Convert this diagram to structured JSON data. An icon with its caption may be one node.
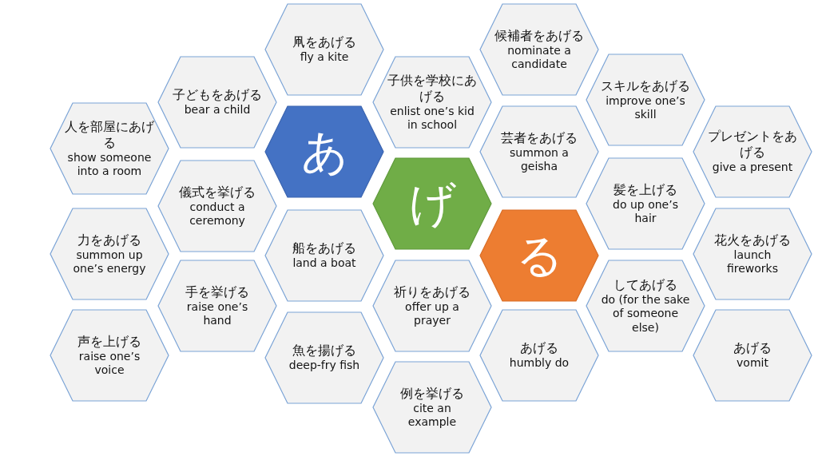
{
  "diagram": {
    "nodes": [
      {
        "text": [
          "凧をあげる",
          "fly a kite"
        ]
      },
      {
        "text": [
          "候補者をあげる",
          "nominate a candidate"
        ]
      },
      {
        "text": [
          "子どもをあげる",
          "bear a child"
        ]
      },
      {
        "text": [
          "子供を学校にあげる",
          "enlist one’s kid in school"
        ]
      },
      {
        "text": [
          "スキルをあげる",
          "improve one’s skill"
        ]
      },
      {
        "text": [
          "人を部屋にあげる",
          "show someone into a room"
        ]
      },
      {
        "text": [
          "あ"
        ]
      },
      {
        "text": [
          "芸者をあげる",
          "summon a geisha"
        ]
      },
      {
        "text": [
          "プレゼントをあげる",
          "give a present"
        ]
      },
      {
        "text": [
          "儀式を挙げる",
          "conduct a ceremony"
        ]
      },
      {
        "text": [
          "げ"
        ]
      },
      {
        "text": [
          "髪を上げる",
          "do up one’s hair"
        ]
      },
      {
        "text": [
          "力をあげる",
          "summon up one’s energy"
        ]
      },
      {
        "text": [
          "船をあげる",
          "land a boat"
        ]
      },
      {
        "text": [
          "る"
        ]
      },
      {
        "text": [
          "花火をあげる",
          "launch fireworks"
        ]
      },
      {
        "text": [
          "手を挙げる",
          "raise one’s hand"
        ]
      },
      {
        "text": [
          "祈りをあげる",
          "offer up a prayer"
        ]
      },
      {
        "text": [
          "してあげる",
          "do (for the sake of someone else)"
        ]
      },
      {
        "text": [
          "声を上げる",
          "raise one’s voice"
        ]
      },
      {
        "text": [
          "魚を揚げる",
          "deep-fry fish"
        ]
      },
      {
        "text": [
          "あげる",
          "humbly do"
        ]
      },
      {
        "text": [
          "あげる",
          "vomit"
        ]
      },
      {
        "text": [
          "例を挙げる",
          "cite an example"
        ]
      }
    ]
  }
}
